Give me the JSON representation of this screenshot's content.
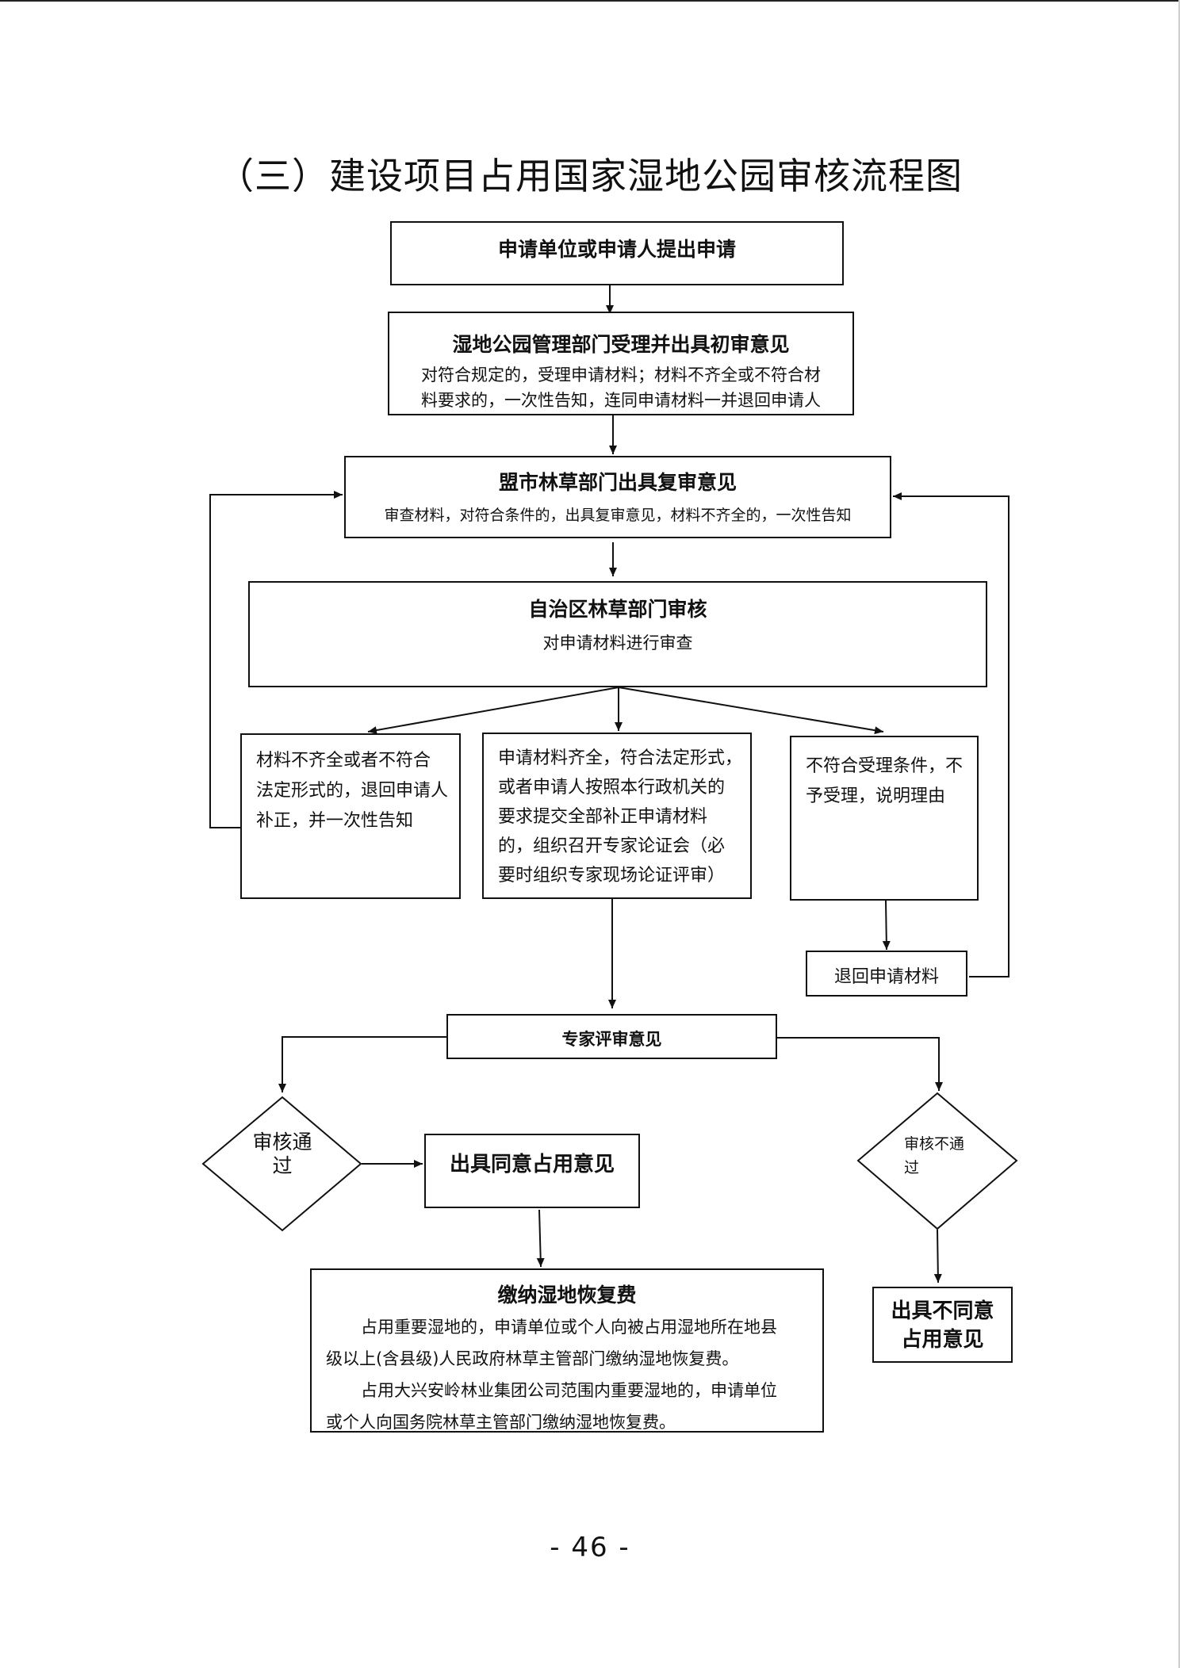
{
  "title": "（三）建设项目占用国家湿地公园审核流程图",
  "nodes": {
    "apply": {
      "header": "申请单位或申请人提出申请"
    },
    "park_review": {
      "header": "湿地公园管理部门受理并出具初审意见",
      "lines": [
        "对符合规定的，受理申请材料；材料不齐全或不符合材",
        "料要求的，一次性告知，连同申请材料一并退回申请人"
      ]
    },
    "league_review": {
      "header": "盟市林草部门出具复审意见",
      "lines": [
        "审查材料，对符合条件的，出具复审意见，材料不齐全的，一次性告知"
      ]
    },
    "region_review": {
      "header": "自治区林草部门审核",
      "lines": [
        "对申请材料进行审查"
      ]
    },
    "incomplete": {
      "lines": [
        "材料不齐全或者不符合",
        "法定形式的，退回申请人",
        "补正，并一次性告知"
      ]
    },
    "complete": {
      "lines": [
        "申请材料齐全，符合法定形式，",
        "或者申请人按照本行政机关的",
        "要求提交全部补正申请材料",
        "的，组织召开专家论证会（必",
        "要时组织专家现场论证评审）"
      ]
    },
    "reject": {
      "lines": [
        "不符合受理条件，不",
        "予受理，说明理由"
      ]
    },
    "return_materials": {
      "label": "退回申请材料"
    },
    "expert": {
      "label": "专家评审意见"
    },
    "pass": {
      "lines": [
        "审核通",
        "过"
      ]
    },
    "fail": {
      "lines": [
        "审核不通",
        "过"
      ]
    },
    "agree": {
      "label": "出具同意占用意见"
    },
    "fee": {
      "header": "缴纳湿地恢复费",
      "lines": [
        "占用重要湿地的，申请单位或个人向被占用湿地所在地县",
        "级以上(含县级)人民政府林草主管部门缴纳湿地恢复费。",
        "占用大兴安岭林业集团公司范围内重要湿地的，申请单位",
        "或个人向国务院林草主管部门缴纳湿地恢复费。"
      ]
    },
    "disagree": {
      "lines": [
        "出具不同意",
        "占用意见"
      ]
    }
  },
  "page_number": "- 46 -"
}
